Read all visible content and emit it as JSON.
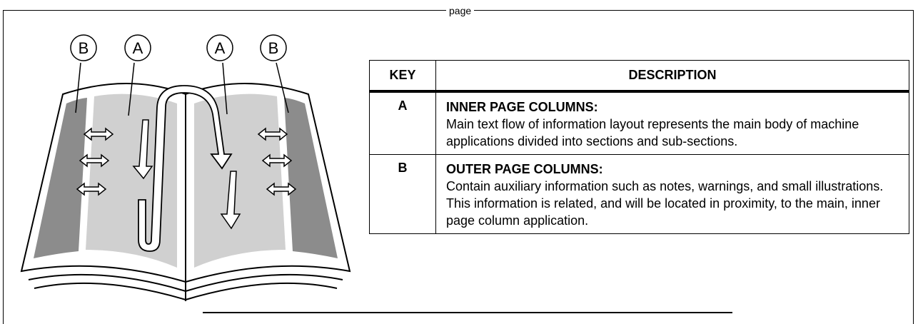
{
  "header": {
    "caption": "page"
  },
  "figure": {
    "callouts": [
      "B",
      "A",
      "A",
      "B"
    ]
  },
  "table": {
    "headers": {
      "key": "KEY",
      "description": "DESCRIPTION"
    },
    "rows": [
      {
        "key": "A",
        "title": "INNER PAGE COLUMNS:",
        "text": "Main text flow of information layout represents the main body of machine applications divided into sections and sub-sections."
      },
      {
        "key": "B",
        "title": "OUTER PAGE COLUMNS:",
        "text": "Contain auxiliary information such as notes, warnings, and small illustrations. This information is related, and will be located in proximity, to the main, inner page column application."
      }
    ]
  }
}
